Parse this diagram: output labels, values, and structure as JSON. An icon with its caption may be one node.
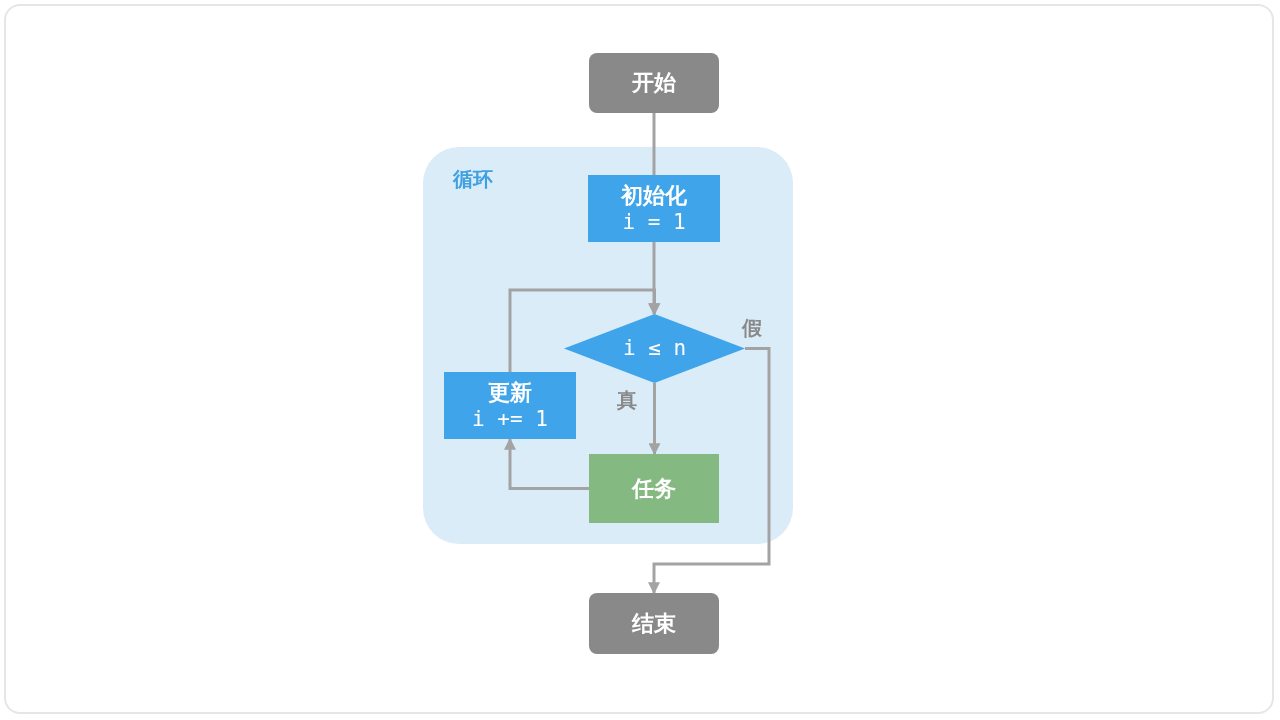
{
  "diagram": {
    "nodes": [
      {
        "text": [
          "开始"
        ]
      },
      {
        "text": [
          "循环"
        ]
      },
      {
        "text": [
          "初始化",
          "i = 1"
        ],
        "in": 1
      },
      {
        "text": [
          "i ≤ n"
        ],
        "in": 1
      },
      {
        "text": [
          "更新",
          "i += 1"
        ],
        "in": 1
      },
      {
        "text": [
          "任务"
        ],
        "in": 1
      },
      {
        "text": [
          "结束"
        ]
      }
    ],
    "edges": [
      {
        "from": 0,
        "to": 2,
        "arrow": "none"
      },
      {
        "from": 2,
        "to": 3,
        "arrow": "to"
      },
      {
        "from": 4,
        "to": 3,
        "arrow": "to"
      },
      {
        "from": 3,
        "to": 5,
        "label": "真",
        "arrow": "to"
      },
      {
        "from": 5,
        "to": 4,
        "arrow": "to"
      },
      {
        "from": 3,
        "to": 6,
        "label": "假",
        "arrow": "to"
      }
    ]
  }
}
